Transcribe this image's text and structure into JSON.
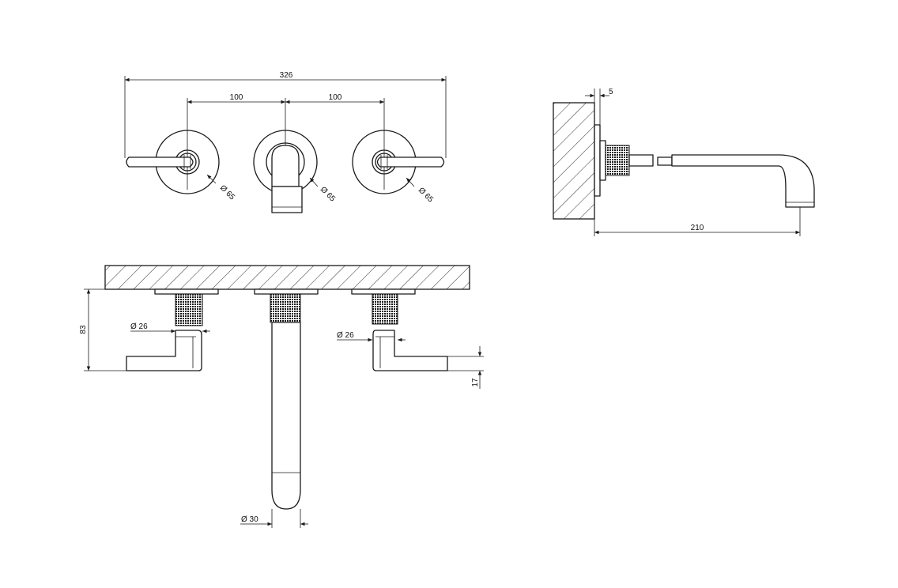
{
  "dimensions": {
    "overall_width": "326",
    "center_left": "100",
    "center_right": "100",
    "rosette_left": "Ø 65",
    "rosette_mid": "Ø 65",
    "rosette_right": "Ø 65",
    "wall_plate": "5",
    "projection": "210",
    "height": "83",
    "lever_left": "Ø 26",
    "lever_right": "Ø 26",
    "lever_height": "17",
    "spout": "Ø 30"
  },
  "colors": {
    "line": "#1a1a1a",
    "background": "#ffffff"
  }
}
